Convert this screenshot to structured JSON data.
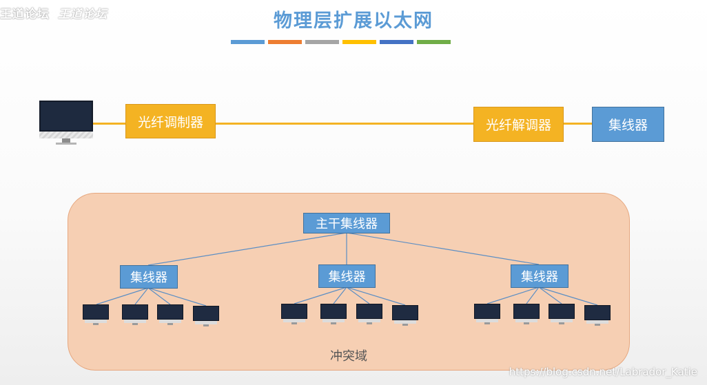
{
  "watermark_top_left": "王道论坛",
  "watermark_top_left_sub": "王道论坛",
  "title": "物理层扩展以太网",
  "title_bar_colors": [
    "#5b9bd5",
    "#ed7d31",
    "#a5a5a5",
    "#ffc000",
    "#4472c4",
    "#70ad47"
  ],
  "top_row": {
    "modulator": "光纤调制器",
    "demodulator": "光纤解调器",
    "hub": "集线器"
  },
  "collision_domain": {
    "main_hub": "主干集线器",
    "hubs": [
      "集线器",
      "集线器",
      "集线器"
    ],
    "label": "冲突域"
  },
  "watermark_bottom_right": "https://blog.csdn.net/Labrador_Katie"
}
